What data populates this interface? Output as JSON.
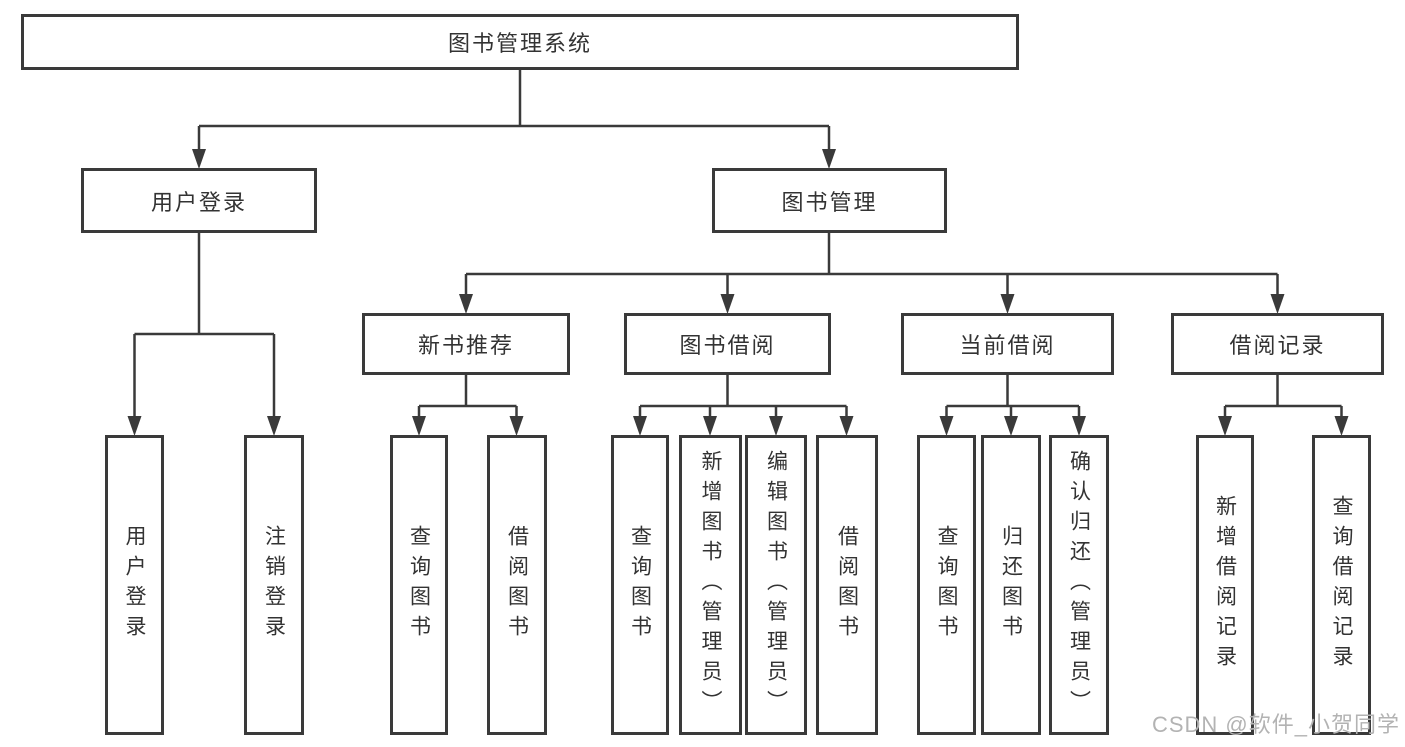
{
  "diagram": {
    "title": "图书管理系统",
    "nodes": {
      "root": "图书管理系统",
      "l2": [
        "用户登录",
        "图书管理"
      ],
      "l3": [
        "新书推荐",
        "图书借阅",
        "当前借阅",
        "借阅记录"
      ],
      "leaves_login": [
        "用户登录",
        "注销登录"
      ],
      "leaves_recommend": [
        "查询图书",
        "借阅图书"
      ],
      "leaves_borrow": [
        "查询图书",
        "新增图书（管理员）",
        "编辑图书（管理员）",
        "借阅图书"
      ],
      "leaves_current": [
        "查询图书",
        "归还图书",
        "确认归还（管理员）"
      ],
      "leaves_records": [
        "新增借阅记录",
        "查询借阅记录"
      ]
    }
  },
  "watermark": "CSDN @软件_小贺同学",
  "colors": {
    "line": "#3a3a3a",
    "text": "#333333",
    "background": "#ffffff",
    "watermark": "#b3b3b3"
  }
}
